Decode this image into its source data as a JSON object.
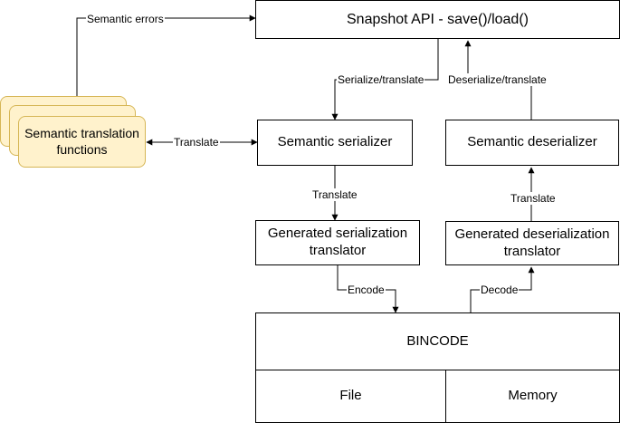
{
  "nodes": {
    "snapshot_api": "Snapshot API - save()/load()",
    "semantic_functions": "Semantic translation functions",
    "semantic_serializer": "Semantic serializer",
    "semantic_deserializer": "Semantic deserializer",
    "gen_serializer": "Generated serialization translator",
    "gen_deserializer": "Generated deserialization translator",
    "bincode": "BINCODE",
    "file": "File",
    "memory": "Memory"
  },
  "edges": {
    "semantic_errors": "Semantic errors",
    "serialize_translate": "Serialize/translate",
    "deserialize_translate": "Deserialize/translate",
    "translate_functions": "Translate",
    "translate_serializer": "Translate",
    "translate_deserializer": "Translate",
    "encode": "Encode",
    "decode": "Decode"
  },
  "colors": {
    "functions_fill": "#fff2cc",
    "functions_stroke": "#d6b656"
  }
}
